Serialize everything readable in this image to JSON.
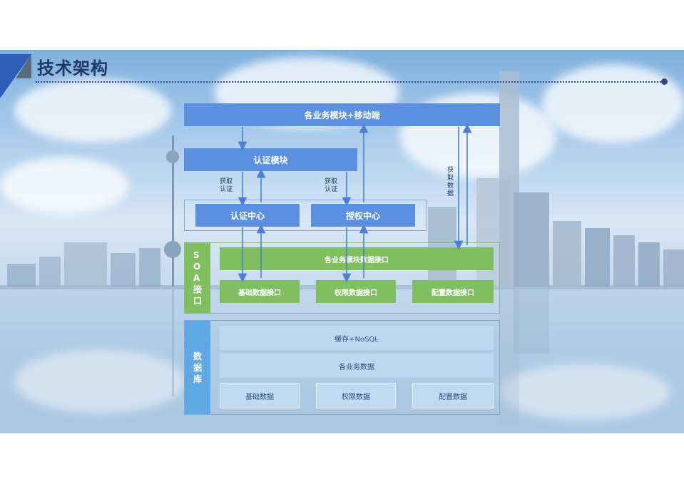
{
  "slide": {
    "title": "技术架构"
  },
  "diagram": {
    "top_module": "各业务模块+移动端",
    "auth_module": "认证模块",
    "get_auth_left": "获取\n认证",
    "get_auth_right": "获取\n认证",
    "get_data": "获\n取\n数\n据",
    "auth_center": "认证中心",
    "authz_center": "授权中心",
    "soa_label": "S\nO\nA\n接\n口",
    "soa_api": "各业务模块数据接口",
    "basic_api": "基础数据接口",
    "perm_api": "权限数据接口",
    "config_api": "配置数据接口",
    "db_label": "数\n据\n库",
    "cache": "缓存+NoSQL",
    "biz_data": "各业务数据",
    "basic_data": "基础数据",
    "perm_data": "权限数据",
    "config_data": "配置数据"
  },
  "colors": {
    "primary_blue": "#5b8fe0",
    "soa_green": "#7fbf5f",
    "db_blue": "#5fa8e6",
    "title_navy": "#1f3864"
  }
}
